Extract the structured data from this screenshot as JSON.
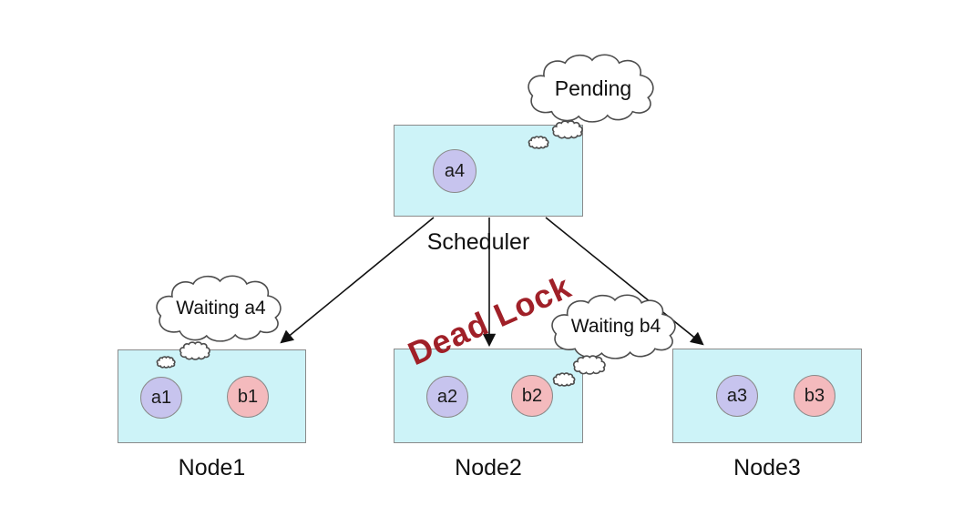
{
  "scheduler": {
    "label": "Scheduler",
    "pending_task": "a4"
  },
  "clouds": {
    "pending": "Pending",
    "waiting_a4": "Waiting a4",
    "waiting_b4": "Waiting b4"
  },
  "deadlock": {
    "label": "Dead Lock",
    "color": "#a02028"
  },
  "nodes": [
    {
      "label": "Node1",
      "tasks": [
        "a1",
        "b1"
      ]
    },
    {
      "label": "Node2",
      "tasks": [
        "a2",
        "b2"
      ]
    },
    {
      "label": "Node3",
      "tasks": [
        "a3",
        "b3"
      ]
    }
  ],
  "edges": [
    {
      "from": "Scheduler",
      "to": "Node1"
    },
    {
      "from": "Scheduler",
      "to": "Node2"
    },
    {
      "from": "Scheduler",
      "to": "Node3"
    }
  ],
  "colors": {
    "box_fill": "#cdf3f8",
    "box_border": "#8a8a8a",
    "task_a_fill": "#c7c4ee",
    "task_b_fill": "#f4babd",
    "arrow": "#111111",
    "cloud_stroke": "#4d4d4d",
    "deadlock_text": "#a02028"
  }
}
